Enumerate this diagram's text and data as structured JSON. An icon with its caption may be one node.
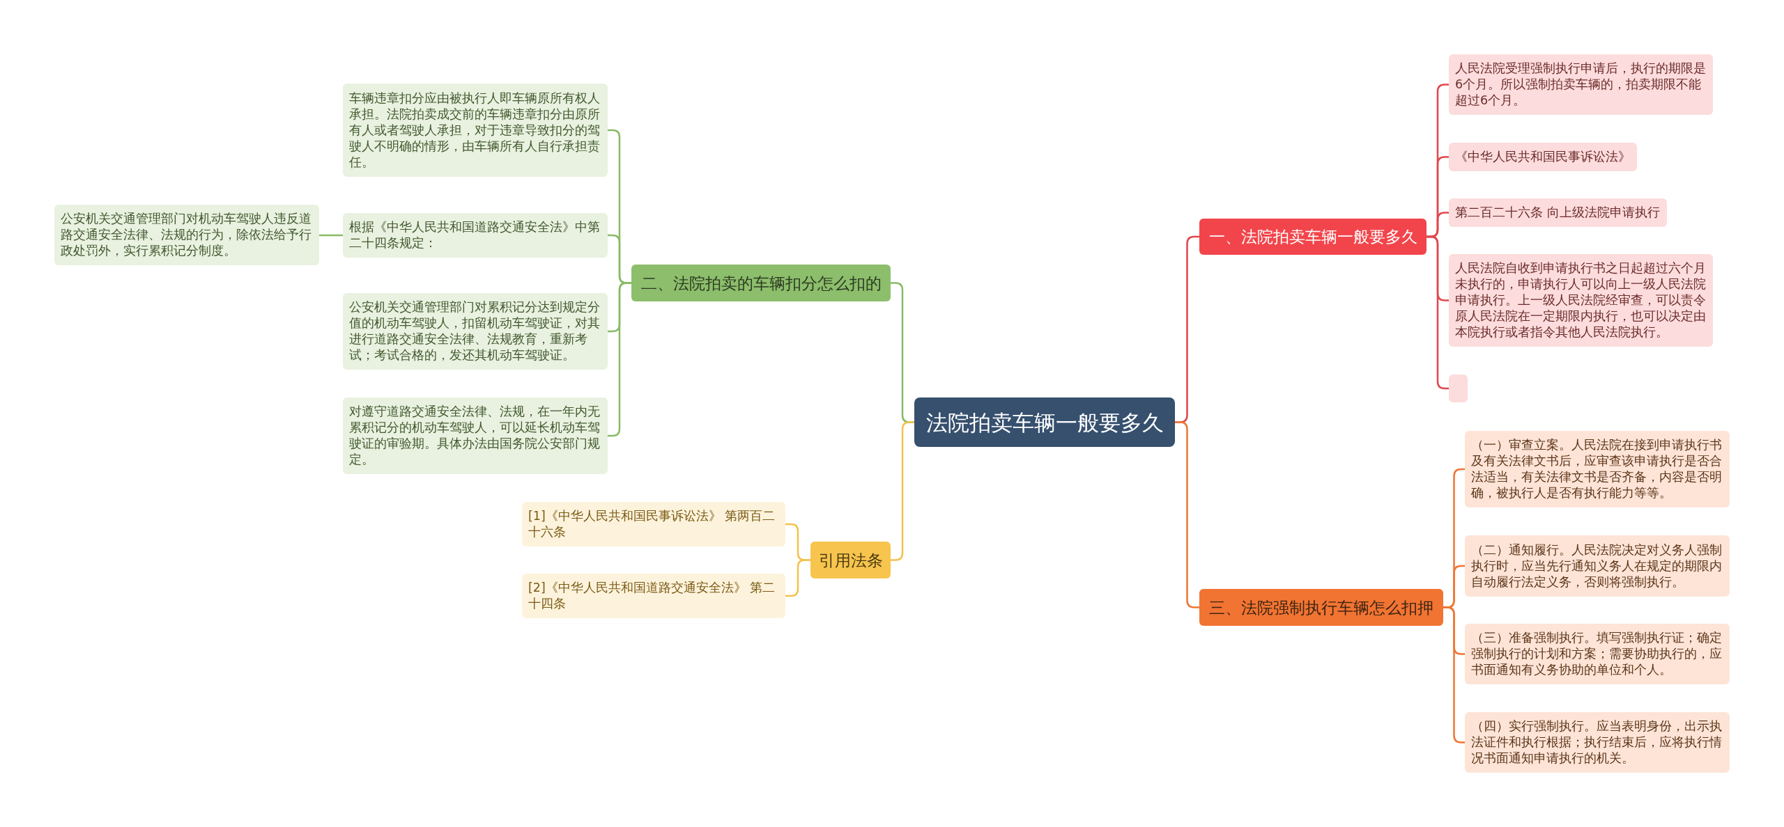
{
  "diagram": {
    "nodes": [
      {
        "text": [
          "法院拍卖车辆一般要多久"
        ]
      },
      {
        "text": [
          "一、法院拍卖车辆一般要多久"
        ]
      },
      {
        "text": [
          "人民法院受理强制执行申请后，执行的期限是6个月。所以强制拍卖车辆的，拍卖期限不能超过6个月。"
        ]
      },
      {
        "text": [
          "《中华人民共和国民事诉讼法》"
        ]
      },
      {
        "text": [
          "第二百二十六条 向上级法院申请执行"
        ]
      },
      {
        "text": [
          "人民法院自收到申请执行书之日起超过六个月未执行的，申请执行人可以向上一级人民法院申请执行。上一级人民法院经审查，可以责令原人民法院在一定期限内执行，也可以决定由本院执行或者指令其他人民法院执行。"
        ]
      },
      {
        "text": [],
        "shape": "box"
      },
      {
        "text": [
          "二、法院拍卖的车辆扣分怎么扣的"
        ]
      },
      {
        "text": [
          "车辆违章扣分应由被执行人即车辆原所有权人承担。法院拍卖成交前的车辆违章扣分由原所有人或者驾驶人承担，对于违章导致扣分的驾驶人不明确的情形，由车辆所有人自行承担责任。"
        ]
      },
      {
        "text": [
          "根据《中华人民共和国道路交通安全法》中第二十四条规定："
        ]
      },
      {
        "text": [
          "公安机关交通管理部门对机动车驾驶人违反道路交通安全法律、法规的行为，除依法给予行政处罚外，实行累积记分制度。"
        ]
      },
      {
        "text": [
          "公安机关交通管理部门对累积记分达到规定分值的机动车驾驶人，扣留机动车驾驶证，对其进行道路交通安全法律、法规教育，重新考试；考试合格的，发还其机动车驾驶证。"
        ]
      },
      {
        "text": [
          "对遵守道路交通安全法律、法规，在一年内无累积记分的机动车驾驶人，可以延长机动车驾驶证的审验期。具体办法由国务院公安部门规定。"
        ]
      },
      {
        "text": [
          "三、法院强制执行车辆怎么扣押"
        ]
      },
      {
        "text": [
          "（一）审查立案。人民法院在接到申请执行书及有关法律文书后，应审查该申请执行是否合法适当，有关法律文书是否齐备，内容是否明确，被执行人是否有执行能力等等。"
        ]
      },
      {
        "text": [
          "（二）通知履行。人民法院决定对义务人强制执行时，应当先行通知义务人在规定的期限内自动履行法定义务，否则将强制执行。"
        ]
      },
      {
        "text": [
          "（三）准备强制执行。填写强制执行证；确定强制执行的计划和方案；需要协助执行的，应书面通知有义务协助的单位和个人。"
        ]
      },
      {
        "text": [
          "（四）实行强制执行。应当表明身份，出示执法证件和执行根据；执行结束后，应将执行情况书面通知申请执行的机关。"
        ]
      },
      {
        "text": [
          "引用法条"
        ]
      },
      {
        "text": [
          "[1]《中华人民共和国民事诉讼法》 第两百二十六条"
        ]
      },
      {
        "text": [
          "[2]《中华人民共和国道路交通安全法》 第二十四条"
        ]
      }
    ],
    "edges": [
      {
        "from": 0,
        "to": 1,
        "arrow": "none",
        "color": "#e0474c"
      },
      {
        "from": 1,
        "to": 2,
        "arrow": "none",
        "color": "#e0474c"
      },
      {
        "from": 1,
        "to": 3,
        "arrow": "none",
        "color": "#e0474c"
      },
      {
        "from": 1,
        "to": 4,
        "arrow": "none",
        "color": "#e0474c"
      },
      {
        "from": 1,
        "to": 5,
        "arrow": "none",
        "color": "#e0474c"
      },
      {
        "from": 1,
        "to": 6,
        "arrow": "none",
        "color": "#e0474c"
      },
      {
        "from": 0,
        "to": 7,
        "arrow": "none",
        "color": "#88ba67"
      },
      {
        "from": 7,
        "to": 8,
        "arrow": "none",
        "color": "#88ba67"
      },
      {
        "from": 7,
        "to": 9,
        "arrow": "none",
        "color": "#88ba67"
      },
      {
        "from": 9,
        "to": 10,
        "arrow": "none",
        "color": "#88ba67"
      },
      {
        "from": 7,
        "to": 11,
        "arrow": "none",
        "color": "#88ba67"
      },
      {
        "from": 7,
        "to": 12,
        "arrow": "none",
        "color": "#88ba67"
      },
      {
        "from": 0,
        "to": 13,
        "arrow": "none",
        "color": "#ee7634"
      },
      {
        "from": 13,
        "to": 14,
        "arrow": "none",
        "color": "#ee7634"
      },
      {
        "from": 13,
        "to": 15,
        "arrow": "none",
        "color": "#ee7634"
      },
      {
        "from": 13,
        "to": 16,
        "arrow": "none",
        "color": "#ee7634"
      },
      {
        "from": 13,
        "to": 17,
        "arrow": "none",
        "color": "#ee7634"
      },
      {
        "from": 0,
        "to": 18,
        "arrow": "none",
        "color": "#f3c24c"
      },
      {
        "from": 18,
        "to": 19,
        "arrow": "none",
        "color": "#f3c24c"
      },
      {
        "from": 18,
        "to": 20,
        "arrow": "none",
        "color": "#f3c24c"
      }
    ]
  }
}
